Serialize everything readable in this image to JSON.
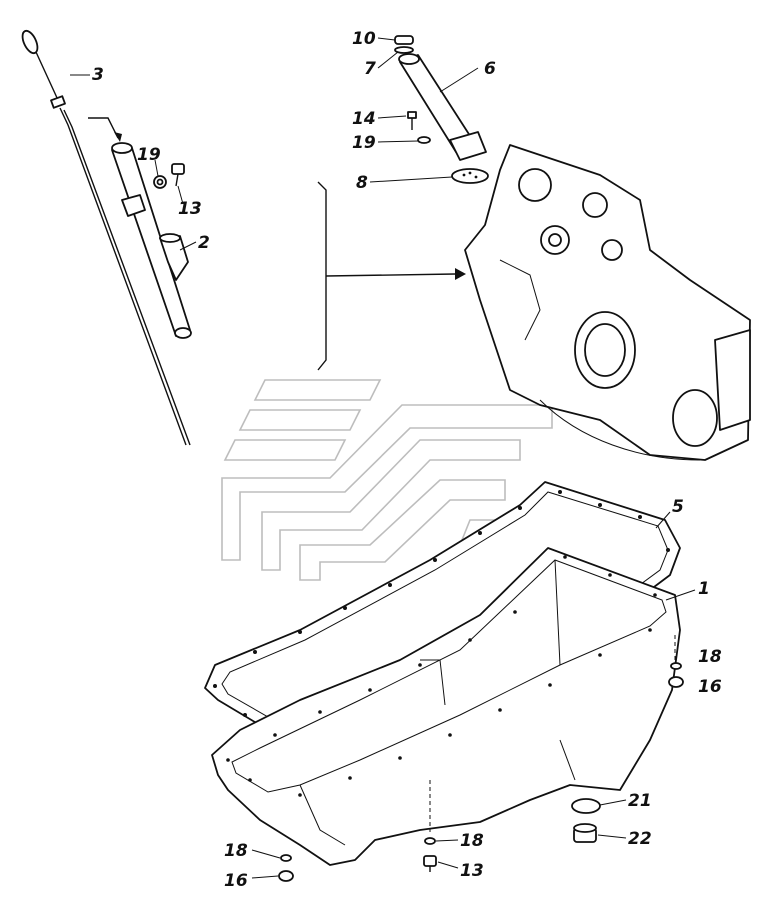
{
  "diagram": {
    "callouts": [
      {
        "id": "c3",
        "label": "3"
      },
      {
        "id": "c19a",
        "label": "19"
      },
      {
        "id": "c13a",
        "label": "13"
      },
      {
        "id": "c2",
        "label": "2"
      },
      {
        "id": "c10",
        "label": "10"
      },
      {
        "id": "c7",
        "label": "7"
      },
      {
        "id": "c6",
        "label": "6"
      },
      {
        "id": "c14",
        "label": "14"
      },
      {
        "id": "c19b",
        "label": "19"
      },
      {
        "id": "c8",
        "label": "8"
      },
      {
        "id": "c5",
        "label": "5"
      },
      {
        "id": "c1",
        "label": "1"
      },
      {
        "id": "c18a",
        "label": "18"
      },
      {
        "id": "c16a",
        "label": "16"
      },
      {
        "id": "c21",
        "label": "21"
      },
      {
        "id": "c22",
        "label": "22"
      },
      {
        "id": "c18b",
        "label": "18"
      },
      {
        "id": "c16b",
        "label": "16"
      },
      {
        "id": "c18c",
        "label": "18"
      },
      {
        "id": "c13b",
        "label": "13"
      }
    ]
  }
}
